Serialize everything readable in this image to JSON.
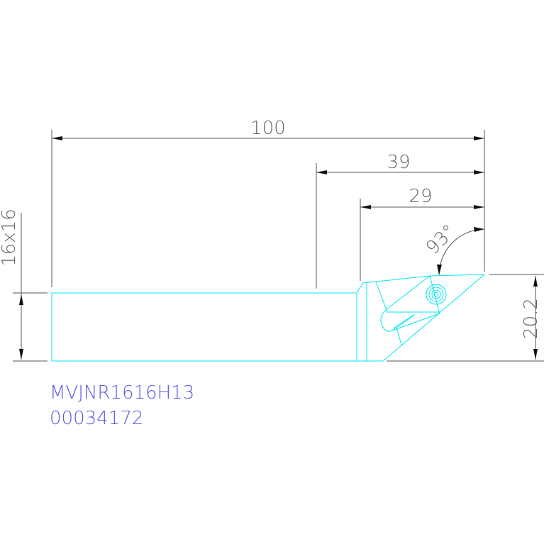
{
  "drawing": {
    "dimensions": {
      "overall_length": "100",
      "head_length_39": "39",
      "head_length_29": "29",
      "approach_angle": "93°",
      "height": "20.2",
      "shank_section": "16x16"
    },
    "part_code": "MVJNR1616H13",
    "part_number": "00034172",
    "colors": {
      "geometry": "#00e8f0",
      "dimension": "#555555",
      "label": "#5a5ae6"
    }
  }
}
